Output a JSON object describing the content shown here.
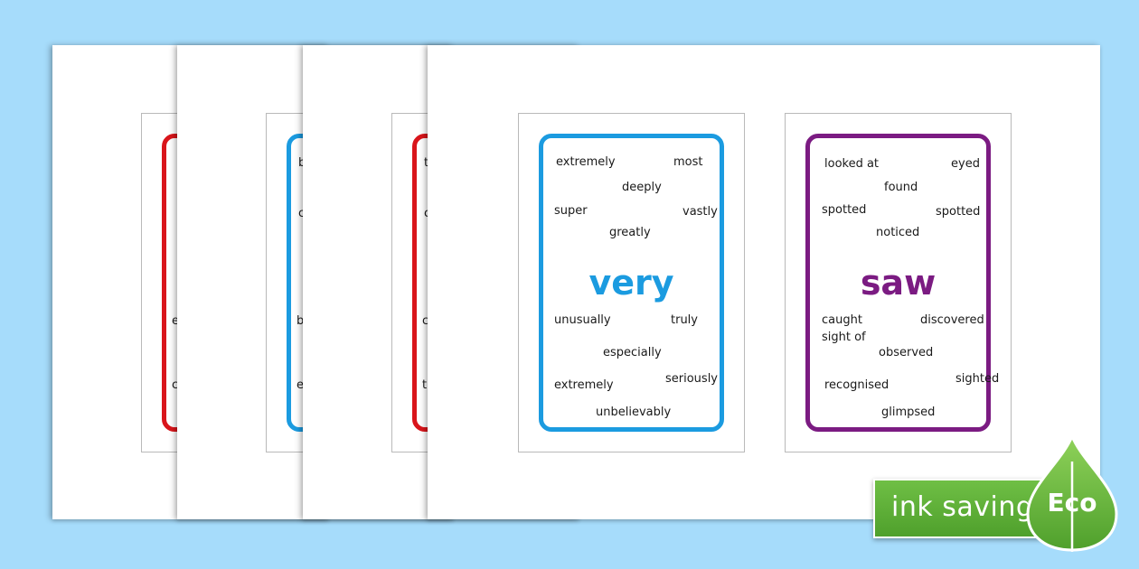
{
  "card_very": {
    "title": "very",
    "color": "#1b9be0",
    "words": [
      "extremely",
      "most",
      "deeply",
      "super",
      "vastly",
      "greatly",
      "unusually",
      "truly",
      "especially",
      "extremely",
      "seriously",
      "unbelievably"
    ]
  },
  "card_saw": {
    "title": "saw",
    "color": "#7b1b82",
    "words": [
      "looked at",
      "eyed",
      "found",
      "spotted",
      "spotted",
      "noticed",
      "caught",
      "sight of",
      "discovered",
      "observed",
      "recognised",
      "sighted",
      "glimpsed"
    ]
  },
  "back_sheet_colors": [
    "#d9151b",
    "#1b9be0",
    "#d9151b"
  ],
  "fragments": {
    "sheet1": [
      "e",
      "c"
    ],
    "sheet2": [
      "b",
      "c",
      "b",
      "e"
    ],
    "sheet3": [
      "t",
      "c",
      "c",
      "t"
    ]
  },
  "badge": {
    "text": "ink saving",
    "label": "Eco",
    "color": "#5aaa34"
  }
}
